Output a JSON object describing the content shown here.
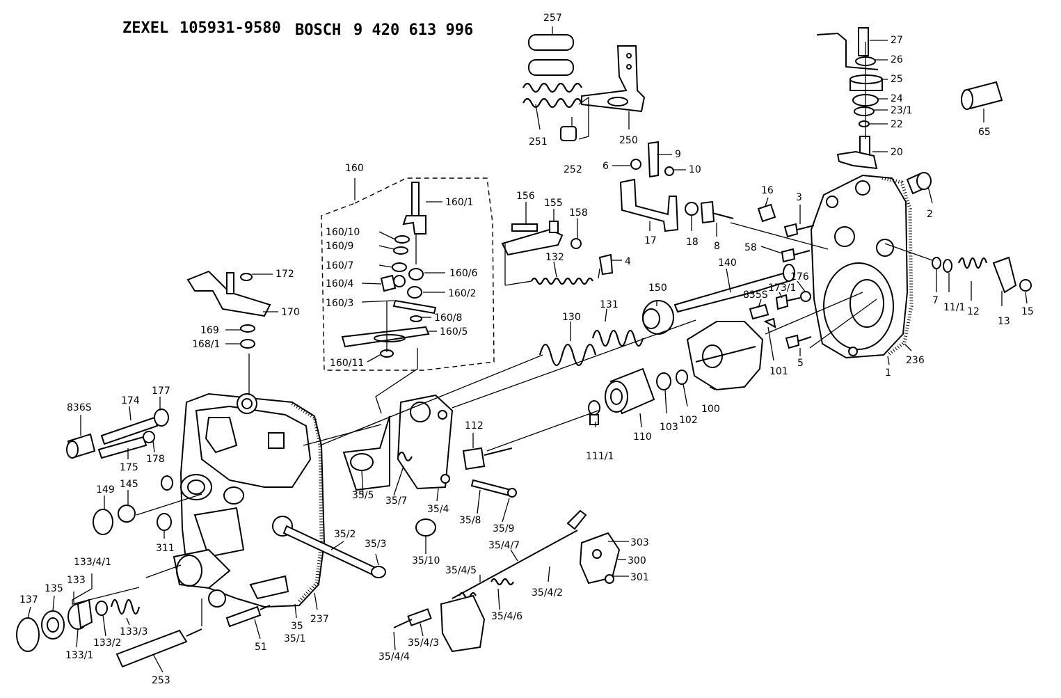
{
  "header": {
    "maker1": "ZEXEL",
    "part1": "105931-9580",
    "maker2": "BOSCH",
    "part2": "9 420 613 996"
  },
  "callouts": [
    "257",
    "251",
    "252",
    "250",
    "27",
    "26",
    "25",
    "24",
    "23/1",
    "22",
    "20",
    "65",
    "9",
    "6",
    "10",
    "2",
    "16",
    "3",
    "17",
    "18",
    "8",
    "58",
    "160",
    "160/1",
    "160/10",
    "160/9",
    "160/7",
    "160/6",
    "160/4",
    "160/2",
    "160/3",
    "160/8",
    "160/5",
    "160/11",
    "156",
    "155",
    "158",
    "4",
    "132",
    "140",
    "176",
    "173/1",
    "835S",
    "7",
    "11/1",
    "12",
    "13",
    "15",
    "150",
    "131",
    "130",
    "101",
    "5",
    "236",
    "1",
    "172",
    "170",
    "169",
    "168/1",
    "836S",
    "174",
    "177",
    "175",
    "178",
    "149",
    "145",
    "311",
    "112",
    "111/1",
    "110",
    "103",
    "102",
    "100",
    "35/5",
    "35/7",
    "35/4",
    "35/8",
    "35/9",
    "35/10",
    "35/2",
    "35/3",
    "35/4/7",
    "303",
    "300",
    "301",
    "35/4/5",
    "35/4/2",
    "35/4/6",
    "35/4/3",
    "35/4/4",
    "133/4/1",
    "133",
    "137",
    "135",
    "133/1",
    "133/2",
    "133/3",
    "253",
    "51",
    "35",
    "35/1",
    "237"
  ]
}
